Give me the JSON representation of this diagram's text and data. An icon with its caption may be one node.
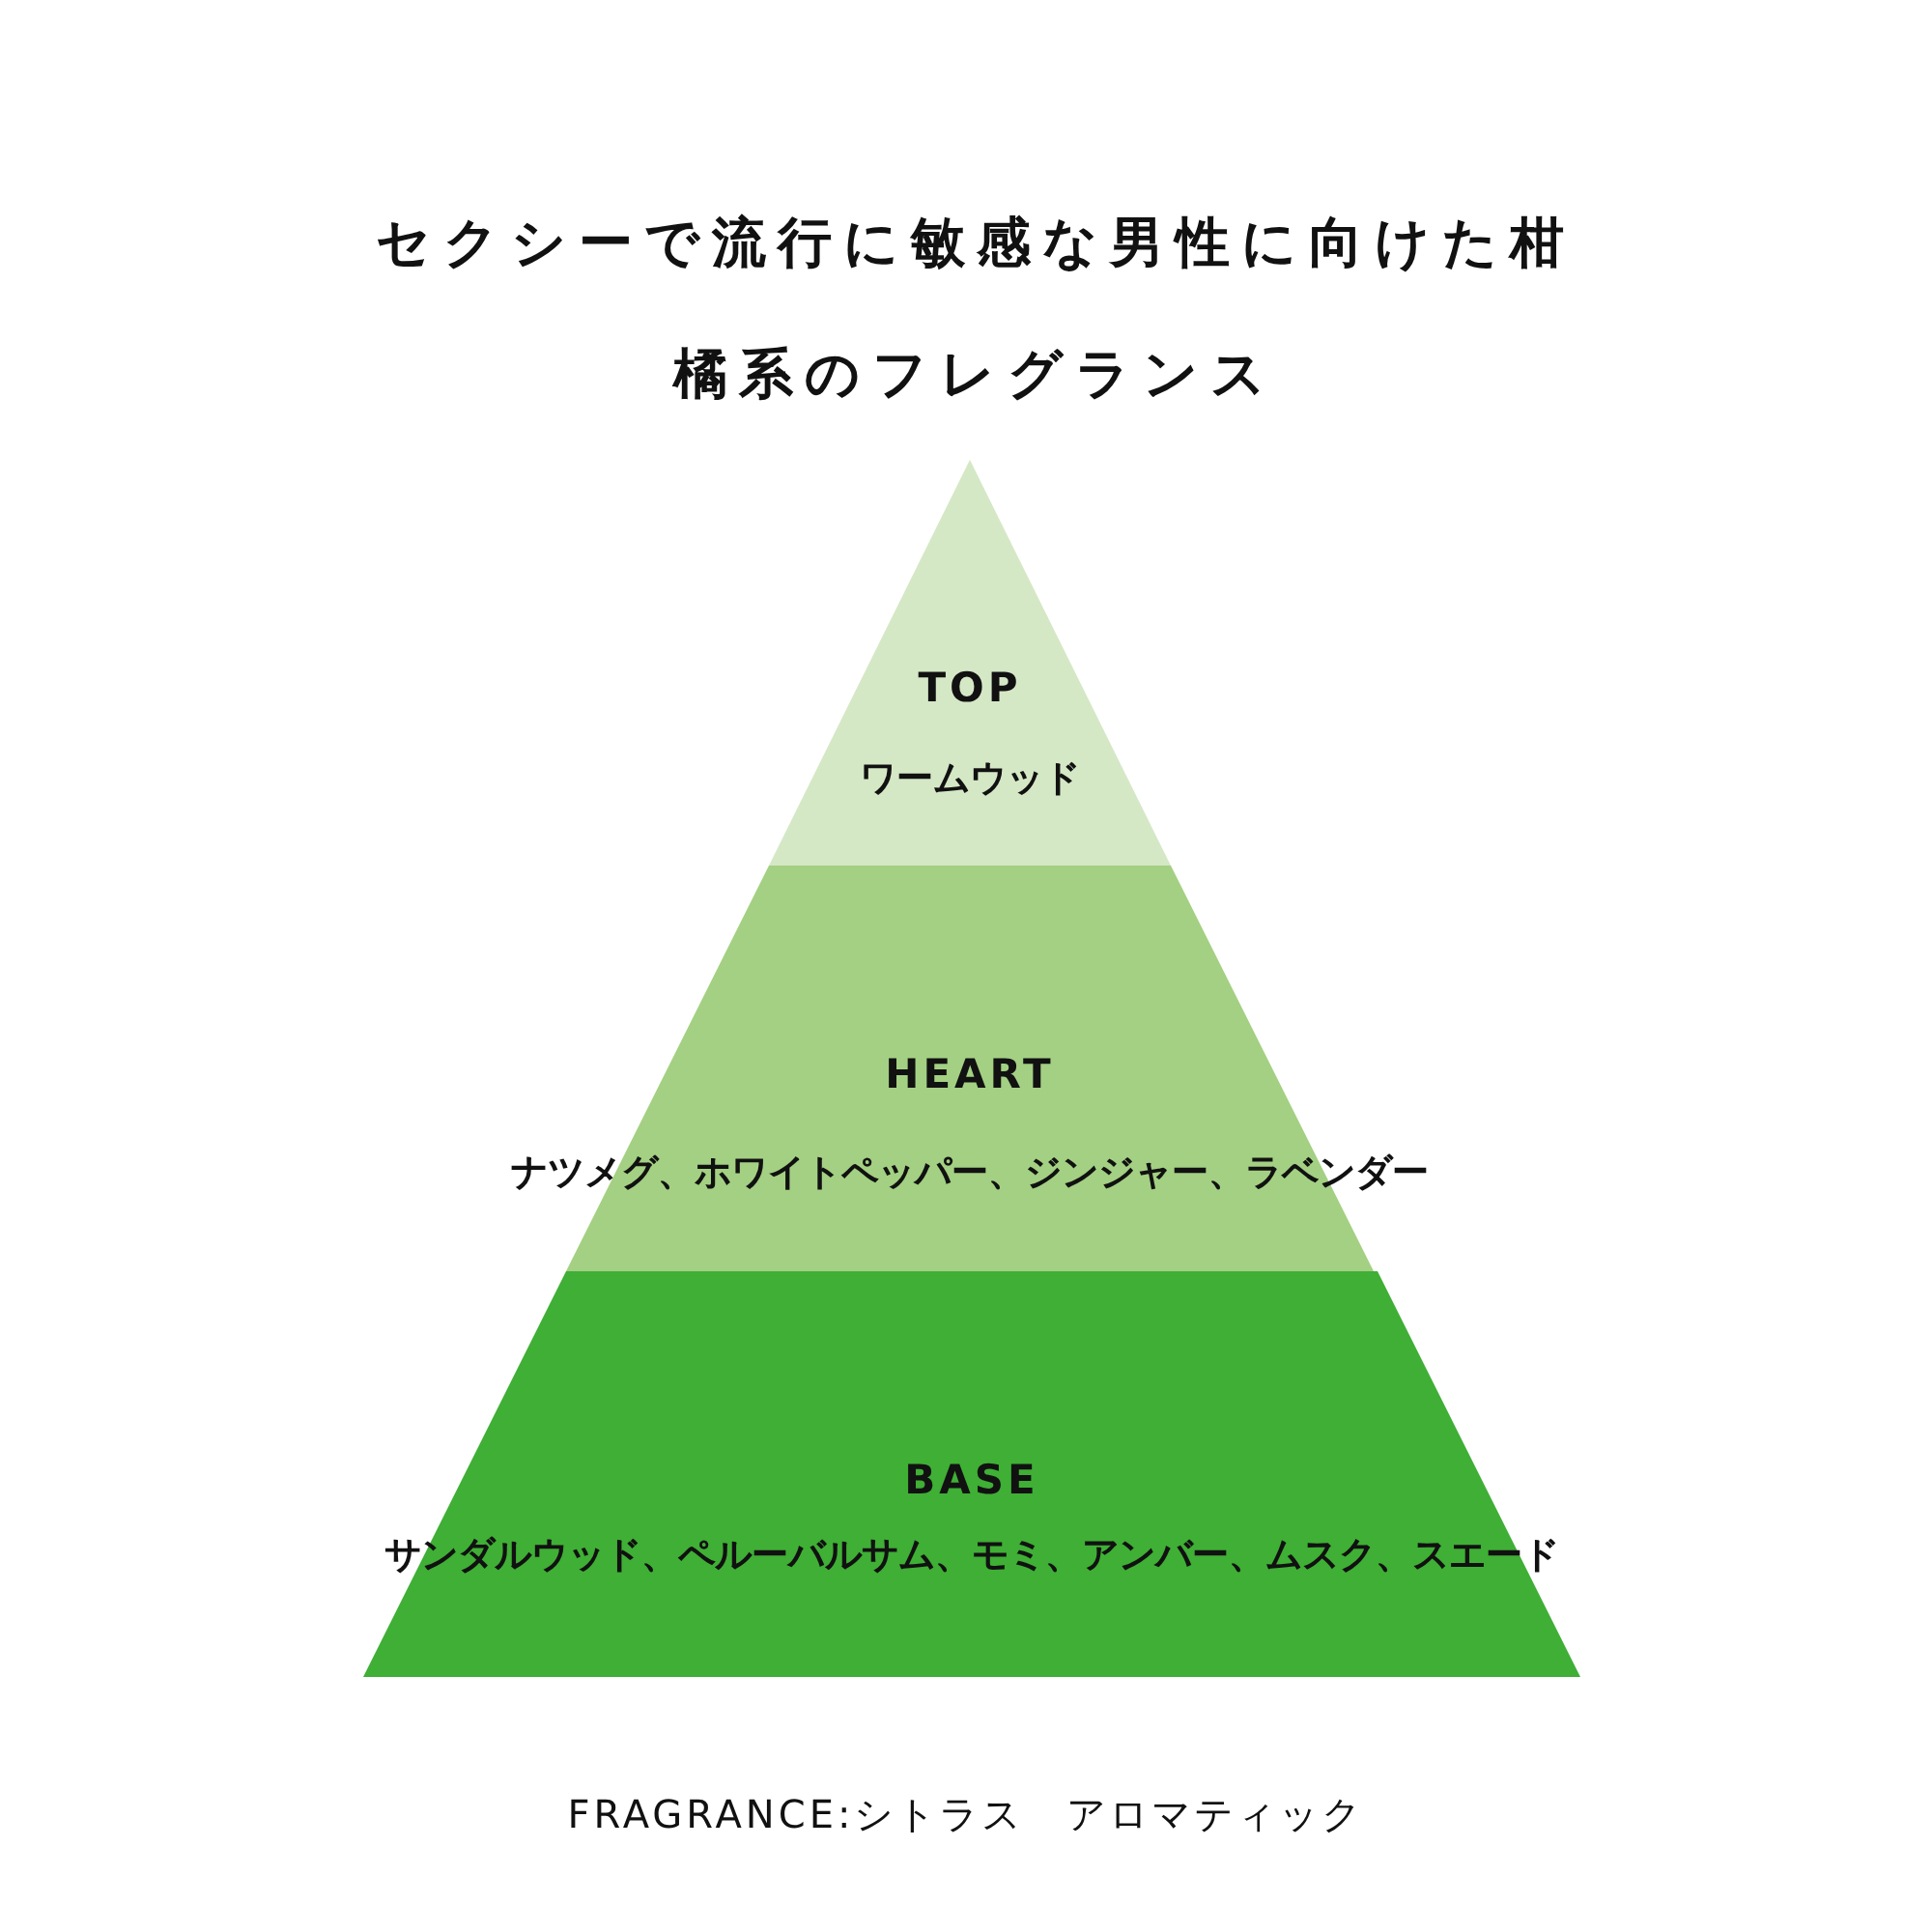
{
  "diagram": {
    "title": "セクシーで流行に敏感な男性に向けた柑橘系のフレグランス",
    "caption": "FRAGRANCE:シトラス　アロマティック",
    "nodes": [
      {
        "text": [
          "TOP",
          "ワームウッド"
        ]
      },
      {
        "text": [
          "HEART",
          "ナツメグ、ホワイトペッパー、ジンジャー、ラベンダー"
        ]
      },
      {
        "text": [
          "BASE",
          "サンダルウッド、ペルーバルサム、モミ、アンバー、ムスク、スエード"
        ]
      }
    ],
    "edges": []
  }
}
